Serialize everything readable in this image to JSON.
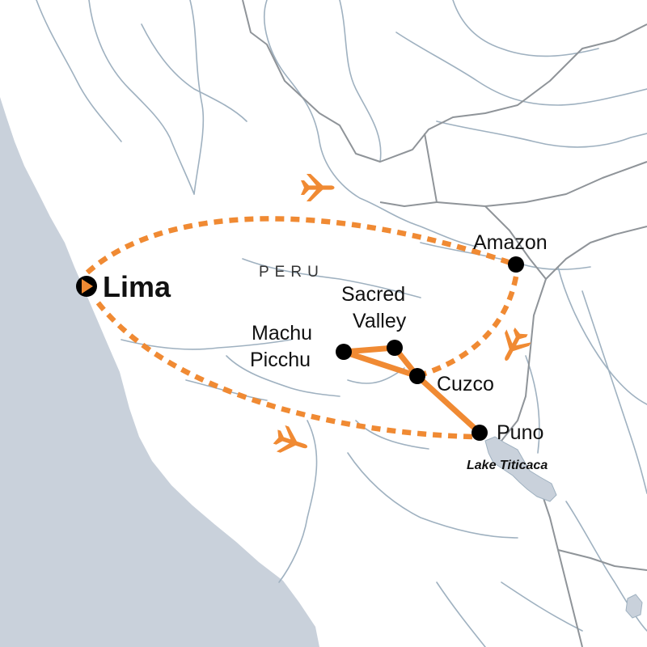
{
  "map": {
    "country_label": "PERU",
    "colors": {
      "ocean": "#c9d1db",
      "land": "#ffffff",
      "route": "#f08a33",
      "river": "#9fb1c0",
      "border": "#8f9499",
      "lake": "#c9d1db",
      "marker": "#000000"
    },
    "stops": {
      "lima": {
        "label": "Lima",
        "icon": "start-marker-icon"
      },
      "amazon": {
        "label": "Amazon"
      },
      "sacred_valley": {
        "label_line1": "Sacred",
        "label_line2": "Valley"
      },
      "machu_picchu": {
        "label_line1": "Machu",
        "label_line2": "Picchu"
      },
      "cuzco": {
        "label": "Cuzco"
      },
      "puno": {
        "label": "Puno"
      }
    },
    "lake_label": "Lake Titicaca",
    "icons": [
      "airplane-icon",
      "airplane-icon",
      "airplane-icon",
      "start-marker-icon",
      "stop-marker-icon"
    ]
  }
}
